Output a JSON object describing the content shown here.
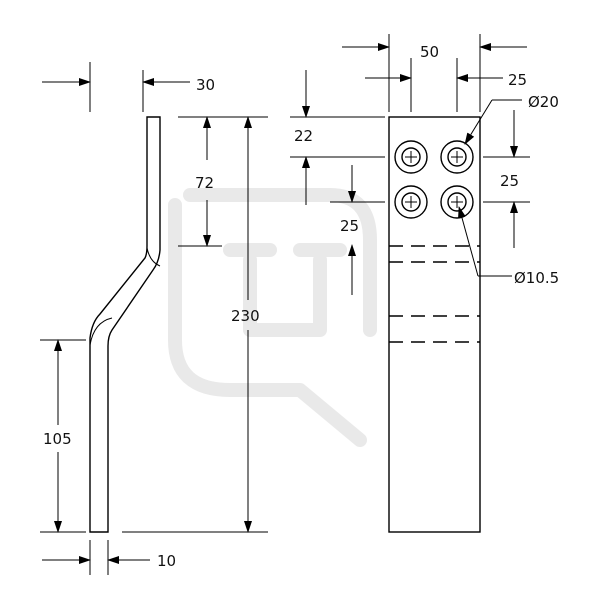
{
  "dimensions": {
    "left_top_width": "30",
    "left_total_height": "230",
    "left_top_straight": "72",
    "left_bottom_straight": "105",
    "left_thickness": "10",
    "right_width": "50",
    "right_hole_offset_x": "25",
    "right_hole_offset_top": "22",
    "right_hole_pitch_y": "25",
    "right_hole_spacing_y": "25",
    "large_hole_dia": "Ø20",
    "small_hole_dia": "Ø10.5"
  },
  "colors": {
    "line": "#000000",
    "watermark": "#e9e9e9",
    "background": "#ffffff"
  }
}
